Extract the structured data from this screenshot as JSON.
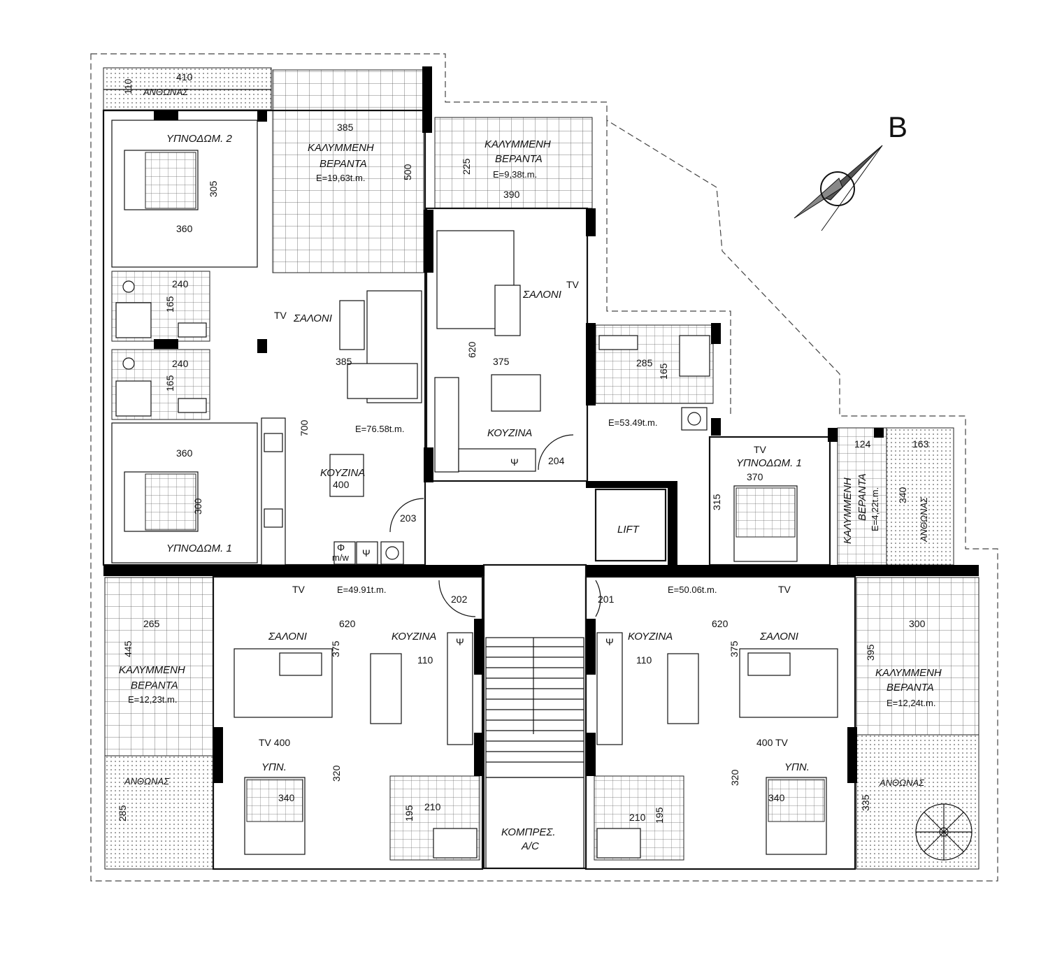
{
  "compass": {
    "label": "B"
  },
  "flower_beds": {
    "top_left": "ΑΝΘΩΝΑΣ",
    "right_mid": "ΑΝΘΩΝΑΣ",
    "bottom_left": "ΑΝΘΩΝΑΣ",
    "bottom_right": "ΑΝΘΩΝΑΣ"
  },
  "rooms": {
    "bed2_top": "ΥΠΝΟΔΩΜ. 2",
    "bed1_left": "ΥΠΝΟΔΩΜ. 1",
    "bed1_right": "ΥΠΝΟΔΩΜ. 1",
    "living_left": "ΣΑΛΟΝΙ",
    "living_mid": "ΣΑΛΟΝΙ",
    "kitchen_left": "ΚΟΥΖΙΝΑ",
    "kitchen_mid": "ΚΟΥΖΙΝΑ",
    "lift": "LIFT",
    "living_bl": "ΣΑΛΟΝΙ",
    "kitchen_bl": "ΚΟΥΖΙΝΑ",
    "living_br": "ΣΑΛΟΝΙ",
    "kitchen_br": "ΚΟΥΖΙΝΑ",
    "bed_bl": "ΥΠΝ.",
    "bed_br": "ΥΠΝ.",
    "compressor_1": "ΚΟΜΠΡΕΣ.",
    "compressor_2": "A/C",
    "mw": "m/w"
  },
  "verandas": {
    "covered": "ΚΑΛΥΜΜΕΝΗ",
    "veranda": "ΒΕΡΑΝΤΑ",
    "area_top_left": "E=19,63t.m.",
    "area_top_mid": "E=9,38t.m.",
    "area_right": "E=4,22t.m.",
    "area_bottom_left": "E=12,23t.m.",
    "area_bottom_right": "E=12,24t.m."
  },
  "areas": {
    "apt_left": "E=76.58t.m.",
    "apt_mid": "E=53.49t.m.",
    "apt_bl": "E=49.91t.m.",
    "apt_br": "E=50.06t.m."
  },
  "apartments": {
    "a201": "201",
    "a202": "202",
    "a203": "203",
    "a204": "204"
  },
  "symbols": {
    "tv": "TV",
    "tv400_left": "TV 400",
    "tv400_right": "400  TV",
    "phi": "Φ",
    "psi": "Ψ"
  },
  "dims": {
    "d410": "410",
    "d110": "110",
    "d385a": "385",
    "d500": "500",
    "d225": "225",
    "d390": "390",
    "d305": "305",
    "d360a": "360",
    "d240a": "240",
    "d165a": "165",
    "d240b": "240",
    "d165b": "165",
    "d385b": "385",
    "d700": "700",
    "d360b": "360",
    "d300a": "300",
    "d400": "400",
    "d620a": "620",
    "d375a": "375",
    "d285a": "285",
    "d165c": "165",
    "d124": "124",
    "d163": "163",
    "d340a": "340",
    "d370": "370",
    "d315": "315",
    "d265": "265",
    "d445": "445",
    "d620b": "620",
    "d375b": "375",
    "d110a": "110",
    "d320a": "320",
    "d340b": "340",
    "d210a": "210",
    "d195a": "195",
    "d285b": "285",
    "d620c": "620",
    "d375c": "375",
    "d110b": "110",
    "d300b": "300",
    "d395": "395",
    "d320b": "320",
    "d340c": "340",
    "d210b": "210",
    "d195b": "195",
    "d335": "335"
  }
}
